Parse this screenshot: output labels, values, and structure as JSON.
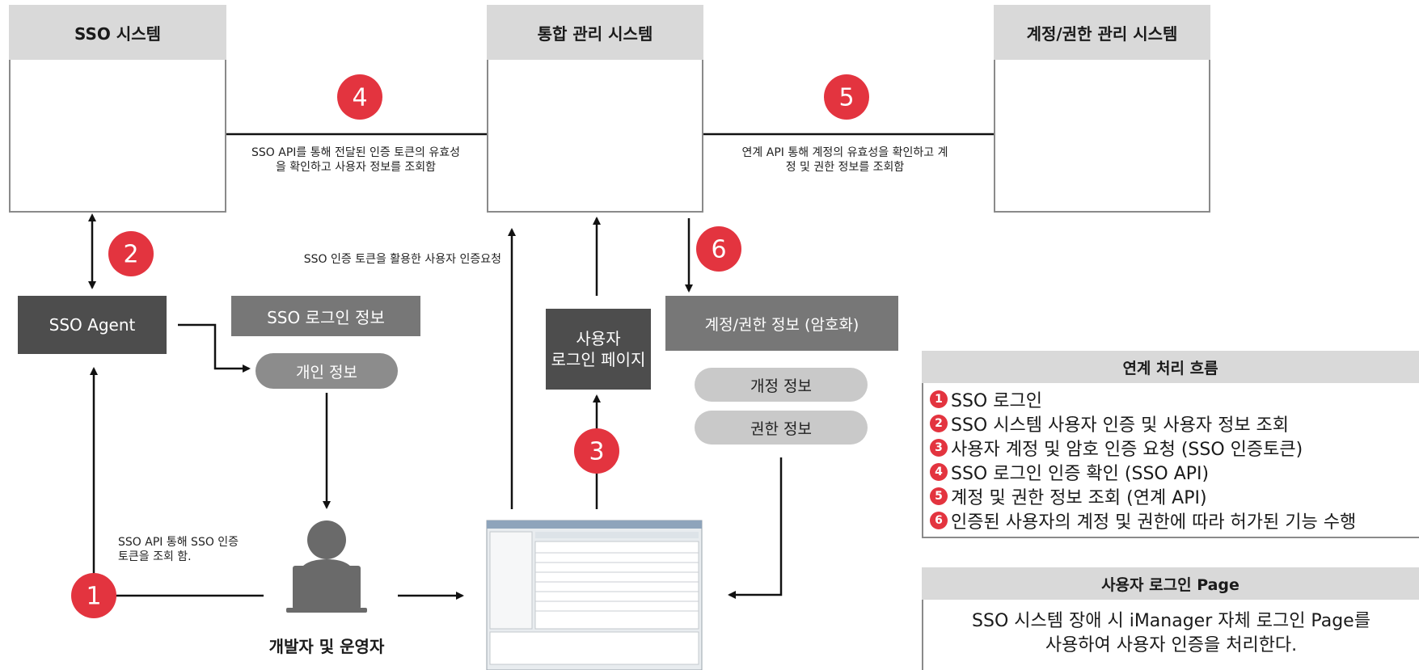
{
  "systems": {
    "sso": {
      "title": "SSO 시스템"
    },
    "integrated": {
      "title": "통합 관리 시스템"
    },
    "account": {
      "title": "계정/권한 관리 시스템"
    }
  },
  "steps": {
    "s1": "1",
    "s2": "2",
    "s3": "3",
    "s4": "4",
    "s5": "5",
    "s6": "6"
  },
  "notes": {
    "step4_line1": "SSO API를 통해 전달된 인증 토큰의 유효성",
    "step4_line2": "을 확인하고 사용자 정보를 조회함",
    "step5_line1": "연계 API 통해 계정의 유효성을 확인하고 계",
    "step5_line2": "정 및 권한 정보를 조회함",
    "token_request": "SSO 인증 토큰을 활용한 사용자 인증요청",
    "step1_line1": "SSO API 통해 SSO 인증",
    "step1_line2": "토큰을 조회 함."
  },
  "boxes": {
    "sso_agent": "SSO Agent",
    "sso_login_info": "SSO 로그인 정보",
    "personal_info": "개인 정보",
    "user_login_line1": "사용자",
    "user_login_line2": "로그인 페이지",
    "account_info_encrypted": "계정/권한 정보 (암호화)",
    "account_info": "개정 정보",
    "permission_info": "권한 정보"
  },
  "user": {
    "label": "개발자 및 운영자"
  },
  "legend": {
    "title": "연계 처리 흐름",
    "items": [
      {
        "num": "1",
        "text": "SSO 로그인"
      },
      {
        "num": "2",
        "text": "SSO 시스템 사용자 인증 및 사용자 정보 조회"
      },
      {
        "num": "3",
        "text": "사용자 계정 및 암호 인증 요청 (SSO 인증토큰)"
      },
      {
        "num": "4",
        "text": "SSO 로그인 인증 확인 (SSO API)"
      },
      {
        "num": "5",
        "text": "계정 및 권한 정보 조회 (연계 API)"
      },
      {
        "num": "6",
        "text": "인증된 사용자의 계정 및 권한에 따라 허가된 기능 수행"
      }
    ]
  },
  "login_page": {
    "title": "사용자 로그인 Page",
    "line1": "SSO 시스템 장애 시 iManager 자체 로그인 Page를",
    "line2": "사용하여 사용자 인증을 처리한다."
  },
  "colors": {
    "accent_red": "#e3343f",
    "dark_box": "#4d4d4d",
    "mid_box": "#777777",
    "pill": "#c9c9c9",
    "header_gray": "#d9d9d9"
  }
}
